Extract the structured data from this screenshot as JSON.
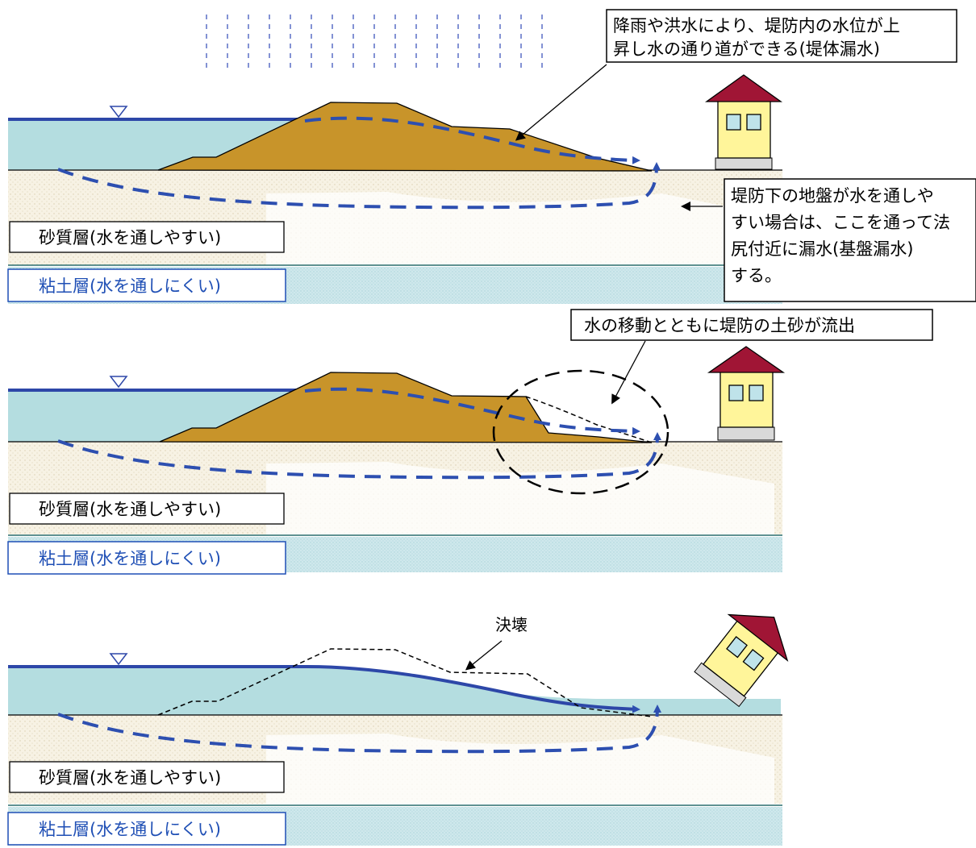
{
  "panel1": {
    "callout_top": [
      "降雨や洪水により、堤防内の水位が上",
      "昇し水の通り道ができる(堤体漏水)"
    ],
    "callout_right": [
      "堤防下の地盤が水を通しや",
      "すい場合は、ここを通って法",
      "尻付近に漏水(基盤漏水)",
      "する。"
    ],
    "sand_label": "砂質層(水を通しやすい)",
    "clay_label": "粘土層(水を通しにくい)"
  },
  "panel2": {
    "callout": "水の移動とともに堤防の土砂が流出",
    "sand_label": "砂質層(水を通しやすい)",
    "clay_label": "粘土層(水を通しにくい)"
  },
  "panel3": {
    "breach_label": "決壊",
    "sand_label": "砂質層(水を通しやすい)",
    "clay_label": "粘土層(水を通しにくい)"
  },
  "colors": {
    "water": "#b4dde0",
    "water_line": "#2d47a8",
    "seep_arrow": "#2d4fb0",
    "levee": "#c8942a",
    "sand": "#f6f1e2",
    "clay": "#c7e6ea",
    "house_wall": "#fff59a",
    "house_roof": "#a01535",
    "house_window": "#bfe3ea"
  }
}
